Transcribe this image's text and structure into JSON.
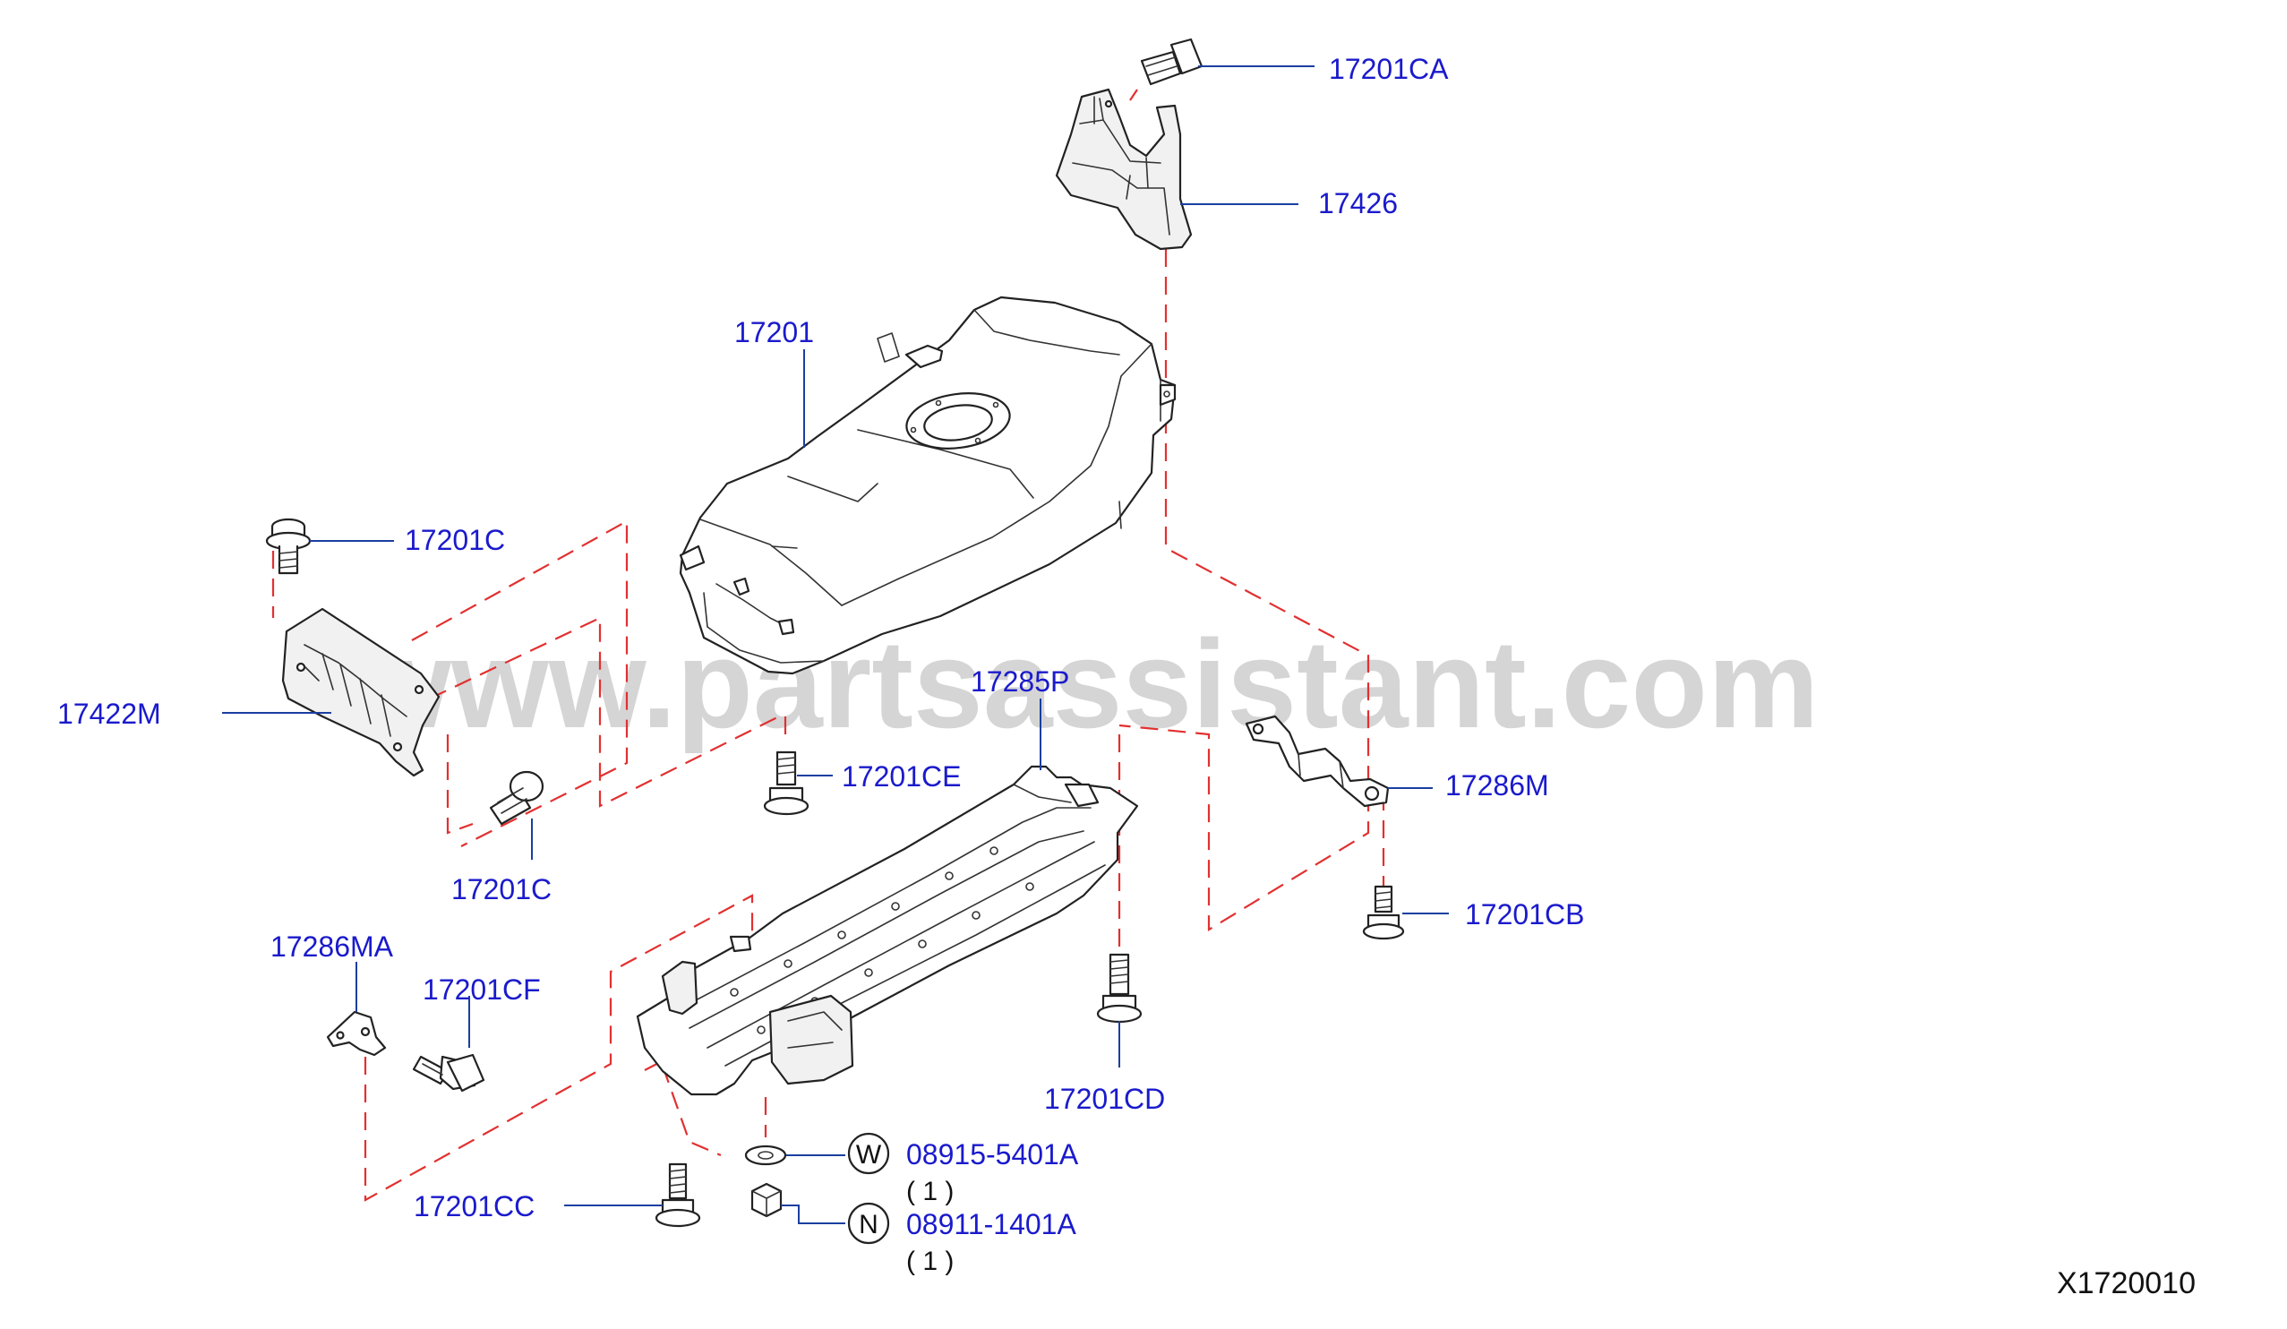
{
  "watermark": "www.partsassistant.com",
  "drawing_code": "X1720010",
  "callouts": {
    "p17201CA": "17201CA",
    "p17426": "17426",
    "p17201": "17201",
    "p17201C_top": "17201C",
    "p17422M": "17422M",
    "p17201CE": "17201CE",
    "p17201C_bottom": "17201C",
    "p17285P": "17285P",
    "p17286M": "17286M",
    "p17201CB": "17201CB",
    "p17286MA": "17286MA",
    "p17201CF": "17201CF",
    "p17201CD": "17201CD",
    "p17201CC": "17201CC",
    "p08915": "08915-5401A",
    "p08911": "08911-1401A"
  },
  "badges": {
    "washer_letter": "W",
    "nut_letter": "N"
  },
  "quantities": {
    "washer_qty": "( 1 )",
    "nut_qty": "( 1 )"
  },
  "colors": {
    "callout_text": "#1a1acc",
    "leader_line": "#1a3fa0",
    "hidden_line": "#e23030",
    "watermark": "#c8c8c8"
  }
}
